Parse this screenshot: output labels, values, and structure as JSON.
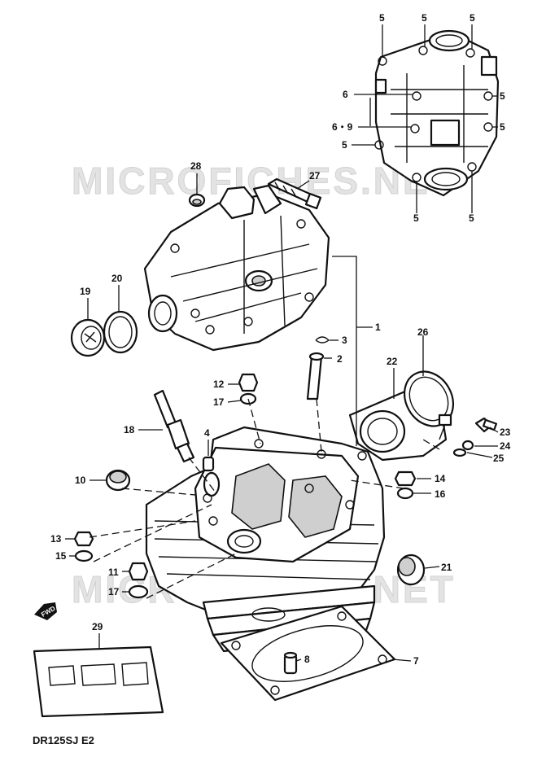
{
  "watermark": "MICROFICHES.NET",
  "model_code": "DR125SJ  E2",
  "fwd_label": "FWD",
  "callouts": {
    "c1": "1",
    "c2": "2",
    "c3": "3",
    "c4": "4",
    "c5": "5",
    "c6": "6",
    "c7": "7",
    "c8": "8",
    "c10": "10",
    "c11": "11",
    "c12": "12",
    "c13": "13",
    "c14": "14",
    "c15": "15",
    "c16": "16",
    "c17": "17",
    "c18": "18",
    "c19": "19",
    "c20": "20",
    "c21": "21",
    "c22": "22",
    "c23": "23",
    "c24": "24",
    "c25": "25",
    "c26": "26",
    "c27": "27",
    "c28": "28",
    "c29": "29",
    "c69": "6・9"
  }
}
